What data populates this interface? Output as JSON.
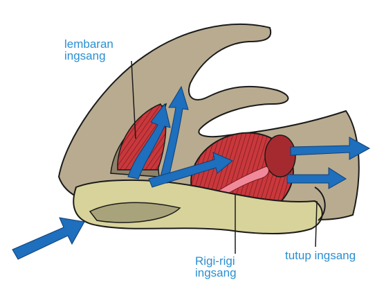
{
  "labels": {
    "gill_filament": [
      "lembaran",
      "ingsang"
    ],
    "gill_raker": [
      "Rigi-rigi",
      "ingsang"
    ],
    "operculum": "tutup ingsang"
  },
  "colors": {
    "label_text": "#2a8fd1",
    "water_arrow": "#1e6fbd",
    "tissue": "#b8ab8f",
    "mouth_floor": "#d7d39a",
    "gill": "#c9383c",
    "outline": "#1a1a1a"
  }
}
